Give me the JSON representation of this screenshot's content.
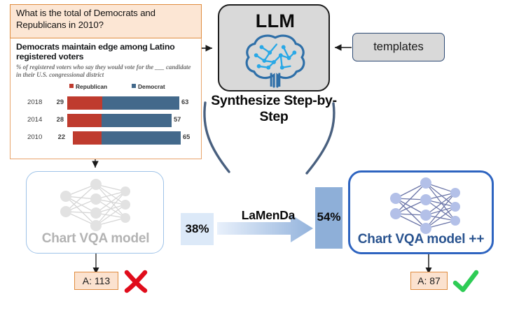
{
  "question": {
    "text": "What is the total of Democrats and Republicans in 2010?"
  },
  "chart_data": {
    "type": "bar",
    "orientation": "horizontal-stacked",
    "title": "Democrats maintain edge among Latino registered voters",
    "subtitle": "% of registered voters who say they would vote for the ___ candidate in their U.S. congressional district",
    "categories": [
      "2018",
      "2014",
      "2010"
    ],
    "series": [
      {
        "name": "Republican",
        "values": [
          29,
          28,
          22
        ],
        "color": "#BF3B2E"
      },
      {
        "name": "Democrat",
        "values": [
          63,
          57,
          65
        ],
        "color": "#43698B"
      }
    ],
    "legend": [
      "Republican",
      "Democrat"
    ],
    "legend_position": "top",
    "grid": false,
    "xlabel": "",
    "ylabel": ""
  },
  "llm": {
    "label": "LLM",
    "icon": "brain-circuit-icon",
    "caption": "Synthesize Step-by-Step"
  },
  "templates": {
    "label": "templates"
  },
  "models": {
    "baseline": {
      "label": "Chart VQA model",
      "icon": "neural-network-icon",
      "accuracy": "38%",
      "answer": "A: 113",
      "verdict": "cross-icon"
    },
    "improved": {
      "label": "Chart VQA model ++",
      "icon": "neural-network-icon",
      "accuracy": "54%",
      "answer": "A: 87",
      "verdict": "check-icon"
    }
  },
  "method": {
    "name": "LaMenDa"
  },
  "colors": {
    "republican": "#BF3B2E",
    "democrat": "#43698B",
    "question_fill": "#FCE6D4",
    "question_border": "#E08C3E",
    "llm_fill": "#D9D9D9",
    "accent_blue": "#2E64C0",
    "pct_low": "#DCE9F8",
    "pct_high": "#8EAFD8",
    "cross": "#E00C1B",
    "check": "#2ECC55",
    "funnel": "#49607F"
  }
}
